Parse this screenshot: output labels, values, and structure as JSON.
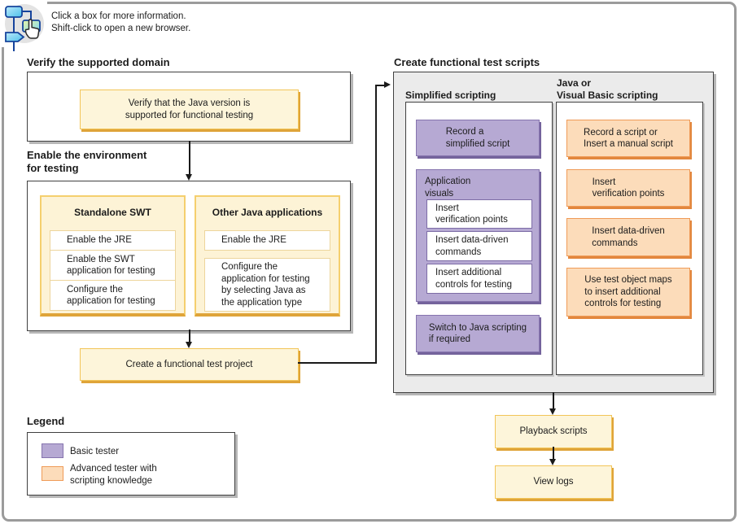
{
  "instructions": {
    "line1": "Click a box for more information.",
    "line2": "Shift-click to open a new browser."
  },
  "left_flow": {
    "verify_heading": "Verify the supported domain",
    "verify_box": "Verify that the Java version is\nsupported for functional testing",
    "enable_heading": "Enable the environment\nfor testing",
    "standalone_swt": {
      "title": "Standalone SWT",
      "items": [
        "Enable the JRE",
        "Enable the SWT\napplication for testing",
        "Configure the\napplication for testing"
      ]
    },
    "other_java": {
      "title": "Other Java applications",
      "items": [
        "Enable the JRE",
        "Configure the\napplication for testing\nby selecting Java as\nthe application type"
      ]
    },
    "create_project_box": "Create a functional test project"
  },
  "scripts_panel": {
    "heading": "Create functional test scripts",
    "simplified": {
      "heading": "Simplified scripting",
      "record_box": "Record a\nsimplified script",
      "application_visuals": {
        "label": "Application\nvisuals",
        "items": [
          "Insert\nverification points",
          "Insert data-driven\ncommands",
          "Insert additional\ncontrols for testing"
        ]
      },
      "switch_box": "Switch to Java scripting\nif required"
    },
    "java_vb": {
      "heading": "Java or\nVisual Basic scripting",
      "items": [
        "Record a script or\nInsert a manual script",
        "Insert\nverification points",
        "Insert data-driven\ncommands",
        "Use test object maps\nto insert additional\ncontrols for testing"
      ]
    }
  },
  "bottom_flow": {
    "playback_box": "Playback scripts",
    "view_logs_box": "View logs"
  },
  "legend": {
    "heading": "Legend",
    "items": [
      {
        "label": "Basic tester",
        "swatch_color": "#b6a9d3"
      },
      {
        "label": "Advanced tester with\nscripting knowledge",
        "swatch_color": "#fcdcba"
      }
    ]
  },
  "colors": {
    "basic_tester_purple": "#b6a9d3",
    "advanced_tester_orange": "#fcdcba",
    "task_box_cream": "#fdf5da",
    "task_box_gold_border": "#f2c558",
    "panel_gray": "#ebebeb",
    "frame_gray": "#9b9b9b"
  }
}
